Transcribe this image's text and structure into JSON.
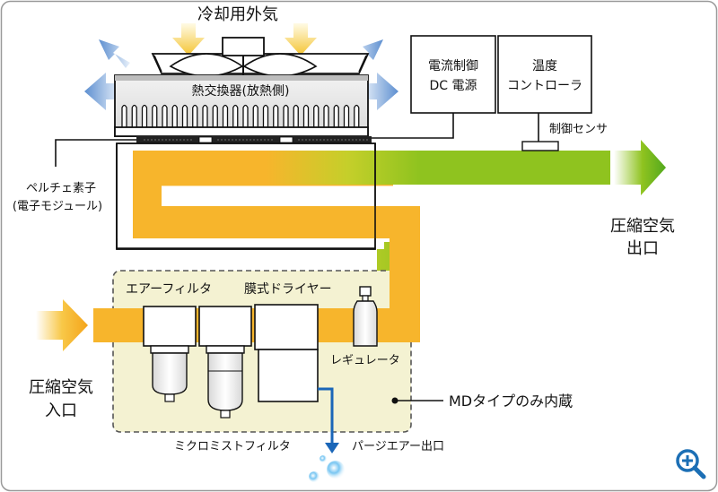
{
  "labels": {
    "cooling_air": "冷却用外気",
    "heat_exchanger": "熱交換器(放熱側)",
    "power_supply_line1": "電流制御",
    "power_supply_line2": "DC 電源",
    "controller_line1": "温度",
    "controller_line2": "コントローラ",
    "control_sensor": "制御センサ",
    "peltier_line1": "ペルチェ素子",
    "peltier_line2": "(電子モジュール)",
    "outlet_line1": "圧縮空気",
    "outlet_line2": "出口",
    "air_filter": "エアーフィルタ",
    "membrane_dryer": "膜式ドライヤー",
    "regulator": "レギュレータ",
    "inlet_line1": "圧縮空気",
    "inlet_line2": "入口",
    "md_only": "MDタイプのみ内蔵",
    "micro_mist_filter": "ミクロミストフィルタ",
    "purge_outlet": "パージエアー出口"
  },
  "icons": {
    "zoom": "zoom-in-icon"
  },
  "colors": {
    "orange": "#f7b52c",
    "green": "#8fc31f",
    "inflow_arrow": "#f5c842",
    "exhaust_arrow": "#6a9bd6",
    "purge_line": "#1a66b8",
    "md_box": "#f4f2d2"
  }
}
